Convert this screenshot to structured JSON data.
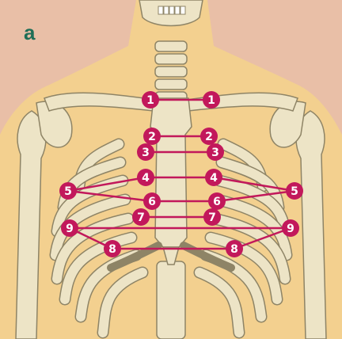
{
  "figure": {
    "panel_label": "a",
    "colors": {
      "background": "#e9bfa7",
      "skin": "#f3d08f",
      "bone": "#ede4c6",
      "bone_outline": "#8e8466",
      "bone_shadow": "#c9bc92",
      "marker": "#c2185b",
      "marker_text": "#ffffff",
      "panel_label": "#1f6e57"
    },
    "markers": [
      {
        "id": "1-left",
        "label": "1"
      },
      {
        "id": "1-right",
        "label": "1"
      },
      {
        "id": "2-left",
        "label": "2"
      },
      {
        "id": "2-right",
        "label": "2"
      },
      {
        "id": "3-left",
        "label": "3"
      },
      {
        "id": "3-right",
        "label": "3"
      },
      {
        "id": "4-left",
        "label": "4"
      },
      {
        "id": "4-right",
        "label": "4"
      },
      {
        "id": "5-left",
        "label": "5"
      },
      {
        "id": "5-right",
        "label": "5"
      },
      {
        "id": "6-left",
        "label": "6"
      },
      {
        "id": "6-right",
        "label": "6"
      },
      {
        "id": "7-left",
        "label": "7"
      },
      {
        "id": "7-right",
        "label": "7"
      },
      {
        "id": "8-left",
        "label": "8"
      },
      {
        "id": "8-right",
        "label": "8"
      },
      {
        "id": "9-left",
        "label": "9"
      },
      {
        "id": "9-right",
        "label": "9"
      }
    ]
  }
}
